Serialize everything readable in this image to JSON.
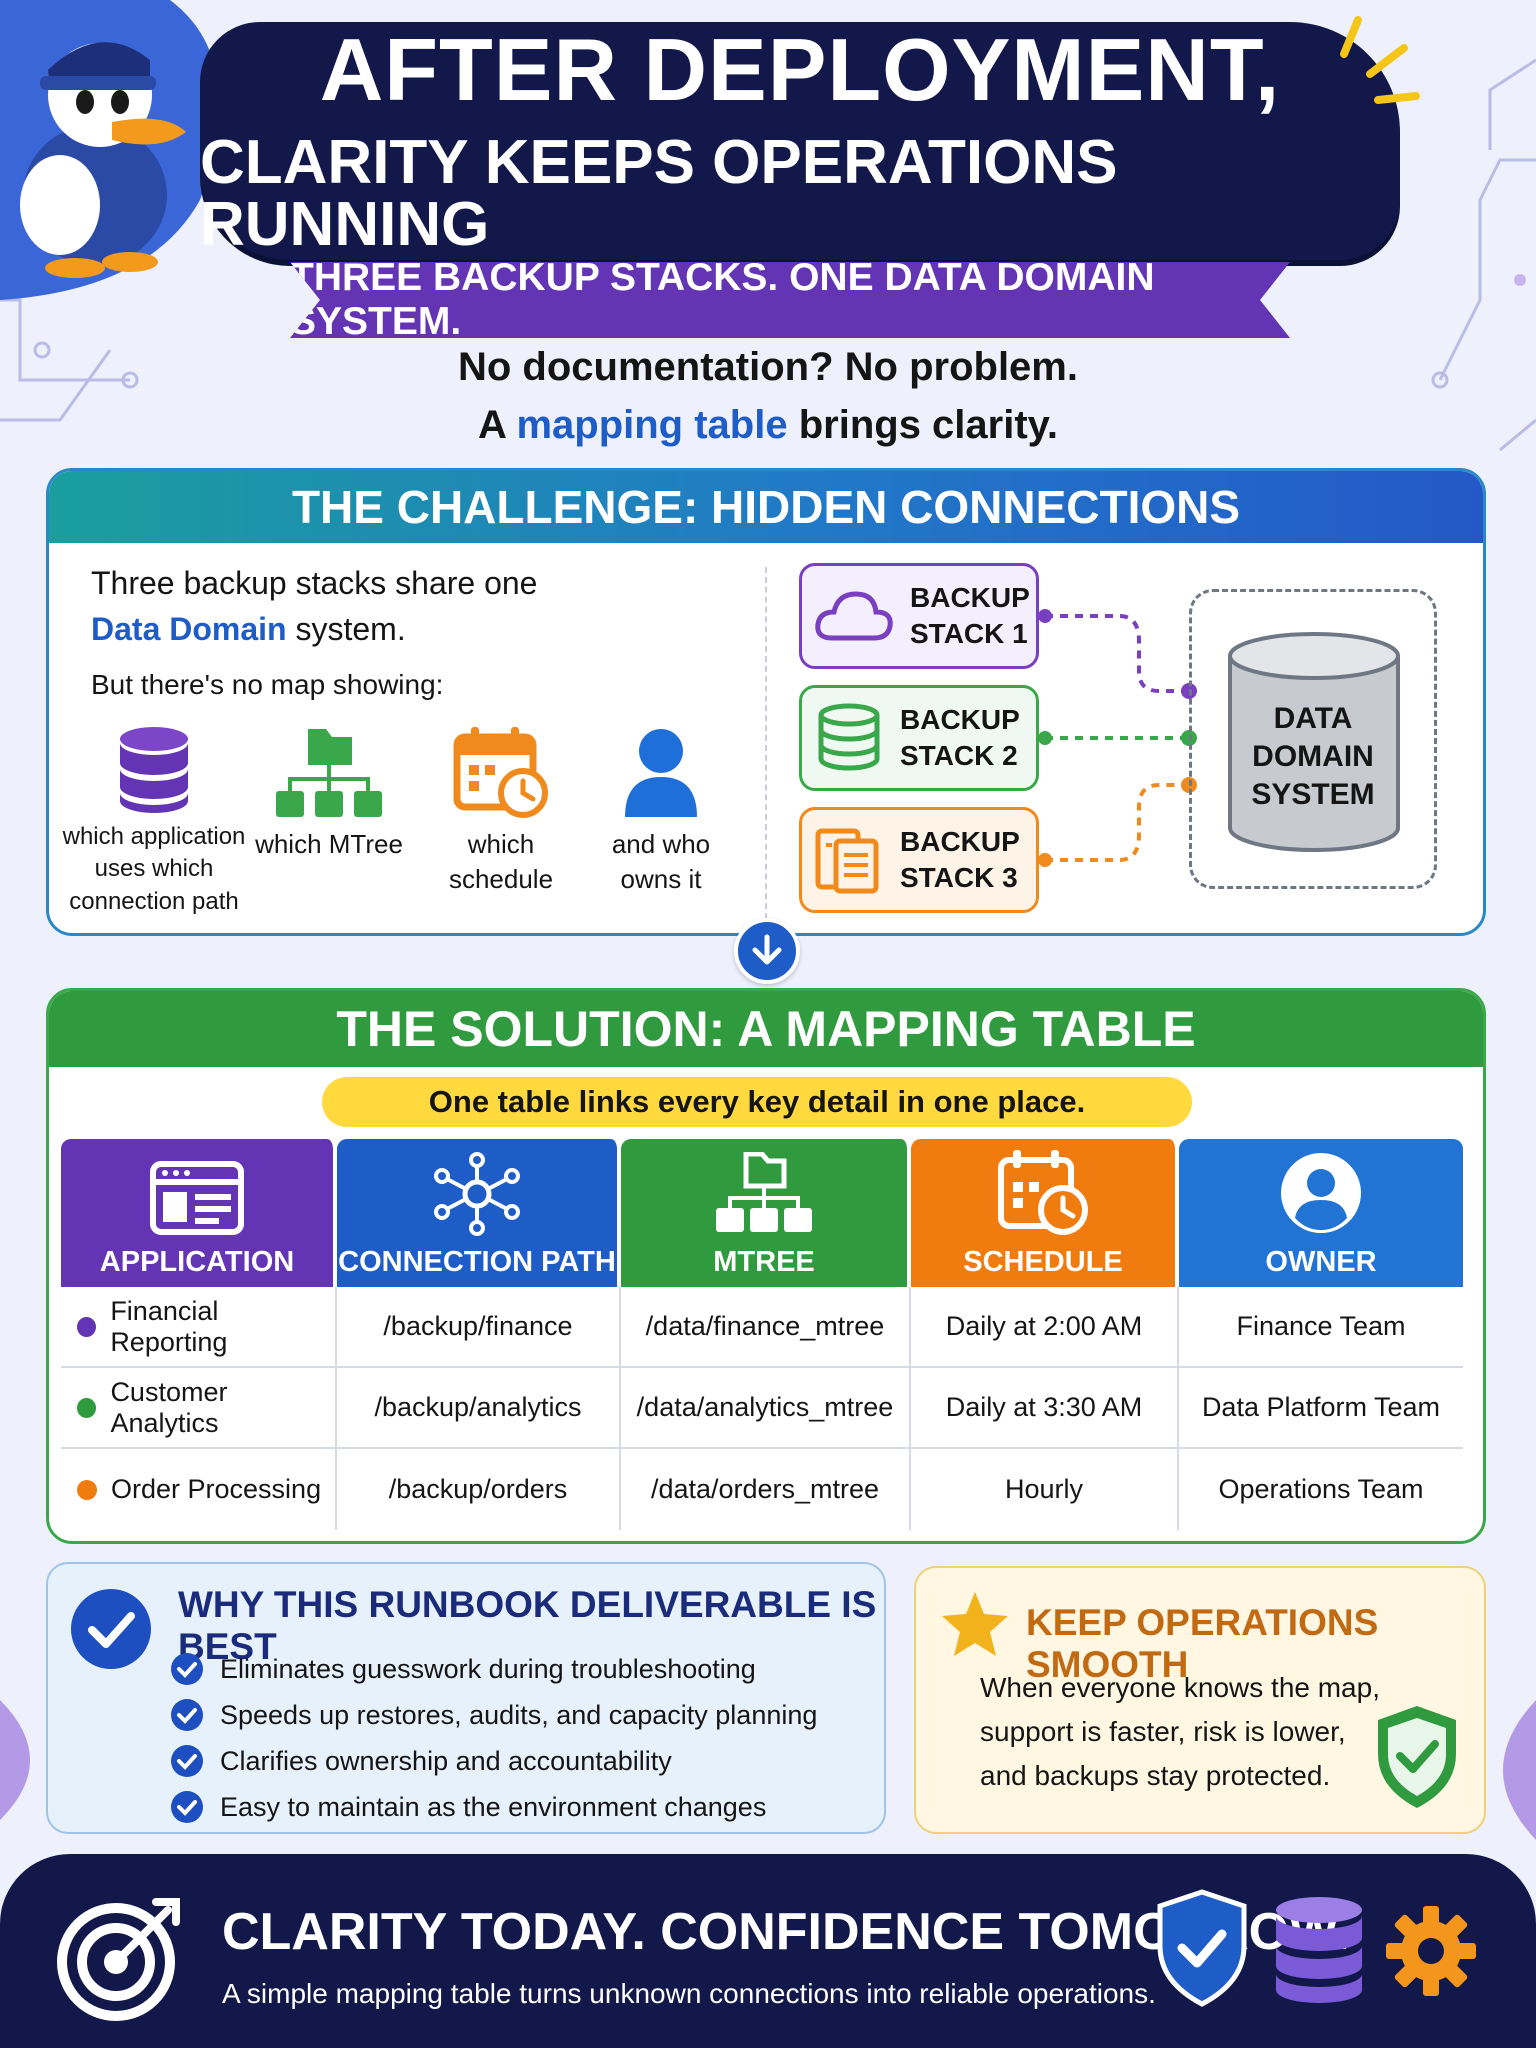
{
  "header": {
    "title_line1": "AFTER DEPLOYMENT,",
    "title_line2": "CLARITY KEEPS OPERATIONS RUNNING",
    "ribbon": "THREE BACKUP STACKS. ONE DATA DOMAIN SYSTEM.",
    "intro_line1": "No documentation? No problem.",
    "intro_line2_pre": "A ",
    "intro_line2_accent": "mapping table",
    "intro_line2_post": " brings clarity."
  },
  "challenge": {
    "title": "THE CHALLENGE: HIDDEN CONNECTIONS",
    "text_line1": "Three backup stacks share one",
    "text_line2_accent": "Data Domain",
    "text_line2_post": " system.",
    "text_line3": "But there's no map showing:",
    "items": [
      {
        "icon": "database-icon",
        "label": "which application uses which connection path"
      },
      {
        "icon": "folder-tree-icon",
        "label": "which MTree"
      },
      {
        "icon": "calendar-clock-icon",
        "label": "which schedule"
      },
      {
        "icon": "person-icon",
        "label": "and who owns it"
      }
    ],
    "stacks": [
      {
        "line1": "BACKUP",
        "line2": "STACK 1",
        "icon": "cloud-icon",
        "color": "#7a3fc0"
      },
      {
        "line1": "BACKUP",
        "line2": "STACK 2",
        "icon": "database-icon",
        "color": "#3aa84a"
      },
      {
        "line1": "BACKUP",
        "line2": "STACK 3",
        "icon": "documents-icon",
        "color": "#f08a1c"
      }
    ],
    "target_line1": "DATA",
    "target_line2": "DOMAIN",
    "target_line3": "SYSTEM"
  },
  "solution": {
    "title": "THE SOLUTION: A MAPPING TABLE",
    "tagline": "One table links every key detail in one place.",
    "columns": [
      {
        "label": "APPLICATION",
        "icon": "app-window-icon",
        "color": "#6334b4"
      },
      {
        "label": "CONNECTION PATH",
        "icon": "network-icon",
        "color": "#1e5cc8"
      },
      {
        "label": "MTREE",
        "icon": "folder-tree-icon",
        "color": "#2f9a3e"
      },
      {
        "label": "SCHEDULE",
        "icon": "calendar-clock-icon",
        "color": "#f07c10"
      },
      {
        "label": "OWNER",
        "icon": "user-circle-icon",
        "color": "#2174d4"
      }
    ],
    "rows": [
      {
        "dot": "#6334b4",
        "cells": [
          "Financial Reporting",
          "/backup/finance",
          "/data/finance_mtree",
          "Daily at 2:00 AM",
          "Finance Team"
        ]
      },
      {
        "dot": "#2f9a3e",
        "cells": [
          "Customer Analytics",
          "/backup/analytics",
          "/data/analytics_mtree",
          "Daily at 3:30 AM",
          "Data Platform Team"
        ]
      },
      {
        "dot": "#f07c10",
        "cells": [
          "Order Processing",
          "/backup/orders",
          "/data/orders_mtree",
          "Hourly",
          "Operations Team"
        ]
      }
    ]
  },
  "why": {
    "title": "WHY THIS RUNBOOK DELIVERABLE IS BEST",
    "bullets": [
      "Eliminates guesswork during troubleshooting",
      "Speeds up restores, audits, and capacity planning",
      "Clarifies ownership and accountability",
      "Easy to maintain as the environment changes"
    ]
  },
  "keep": {
    "title": "KEEP OPERATIONS SMOOTH",
    "line1": "When everyone knows the map,",
    "line2": "support is faster, risk is lower,",
    "line3": "and backups stay protected."
  },
  "footer": {
    "title": "CLARITY TODAY. CONFIDENCE TOMORROW.",
    "subtitle": "A simple mapping table turns unknown connections into reliable operations."
  }
}
